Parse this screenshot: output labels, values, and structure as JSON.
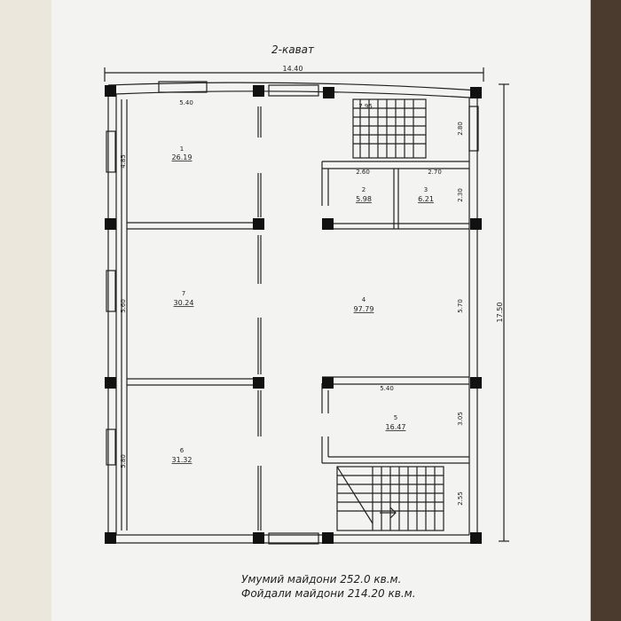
{
  "title": "2-кават",
  "dimensions": {
    "total_width": "14.40",
    "total_height": "17.50",
    "top_left_room_width": "5.40",
    "stair_top_width": "7.95",
    "stair_top_height": "2.80",
    "room2_width": "2.60",
    "room3_width": "2.70",
    "room3_height": "2.30",
    "left_seg1": "4.85",
    "left_seg2": "5.60",
    "left_seg3": "5.80",
    "right_mid": "5.70",
    "room5_width": "5.40",
    "room5_height": "3.05",
    "stair_bottom_height": "2.55"
  },
  "rooms": [
    {
      "number": "1",
      "area": "26.19"
    },
    {
      "number": "2",
      "area": "5.98"
    },
    {
      "number": "3",
      "area": "6.21"
    },
    {
      "number": "4",
      "area": "97.79"
    },
    {
      "number": "5",
      "area": "16.47"
    },
    {
      "number": "6",
      "area": "31.32"
    },
    {
      "number": "7",
      "area": "30.24"
    }
  ],
  "footer": {
    "total_area": "Умумий майдони 252.0 кв.м.",
    "useful_area": "Фойдали майдони 214.20 кв.м."
  }
}
